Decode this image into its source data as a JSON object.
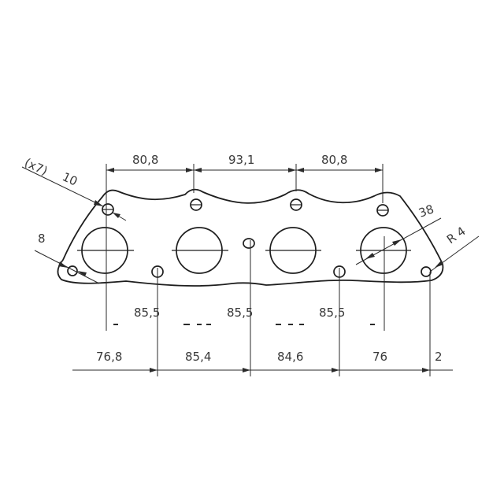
{
  "drawing": {
    "top_dims": [
      "80,8",
      "93,1",
      "80,8"
    ],
    "mid_dims": [
      "85,5",
      "85,5",
      "85,5"
    ],
    "bottom_dims": [
      "76,8",
      "85,4",
      "84,6",
      "76",
      "2"
    ],
    "callouts": {
      "bolt_hole_count": "(x7)",
      "bolt_hole_dia": "10",
      "left_dim": "8",
      "port_dia": "38",
      "corner_radius": "R 4"
    }
  }
}
